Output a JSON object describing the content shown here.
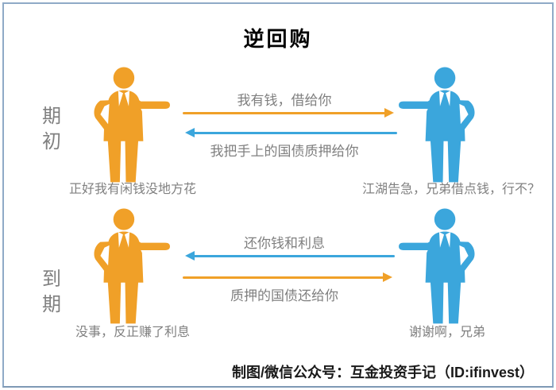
{
  "title": "逆回购",
  "colors": {
    "lender_orange": "#F0A028",
    "borrower_blue": "#3BA6DC",
    "label_gray": "#7F7F7F",
    "frame_blue": "#8FAAC7",
    "title_black": "#1A1A1A"
  },
  "sections": [
    {
      "period_label": "期初",
      "left_figure": {
        "role": "lender",
        "color": "orange",
        "caption": "正好我有闲钱没地方花"
      },
      "right_figure": {
        "role": "borrower",
        "color": "blue",
        "caption": "江湖告急，兄弟借点钱，行不？"
      },
      "arrows": [
        {
          "direction": "right",
          "color": "orange",
          "label": "我有钱，借给你"
        },
        {
          "direction": "left",
          "color": "blue",
          "label": "我把手上的国债质押给你"
        }
      ]
    },
    {
      "period_label": "到期",
      "left_figure": {
        "role": "lender",
        "color": "orange",
        "caption": "没事，反正赚了利息"
      },
      "right_figure": {
        "role": "borrower",
        "color": "blue",
        "caption": "谢谢啊，兄弟"
      },
      "arrows": [
        {
          "direction": "left",
          "color": "blue",
          "label": "还你钱和利息"
        },
        {
          "direction": "right",
          "color": "orange",
          "label": "质押的国债还给你"
        }
      ]
    }
  ],
  "footer": "制图/微信公众号：互金投资手记（ID:ifinvest）"
}
